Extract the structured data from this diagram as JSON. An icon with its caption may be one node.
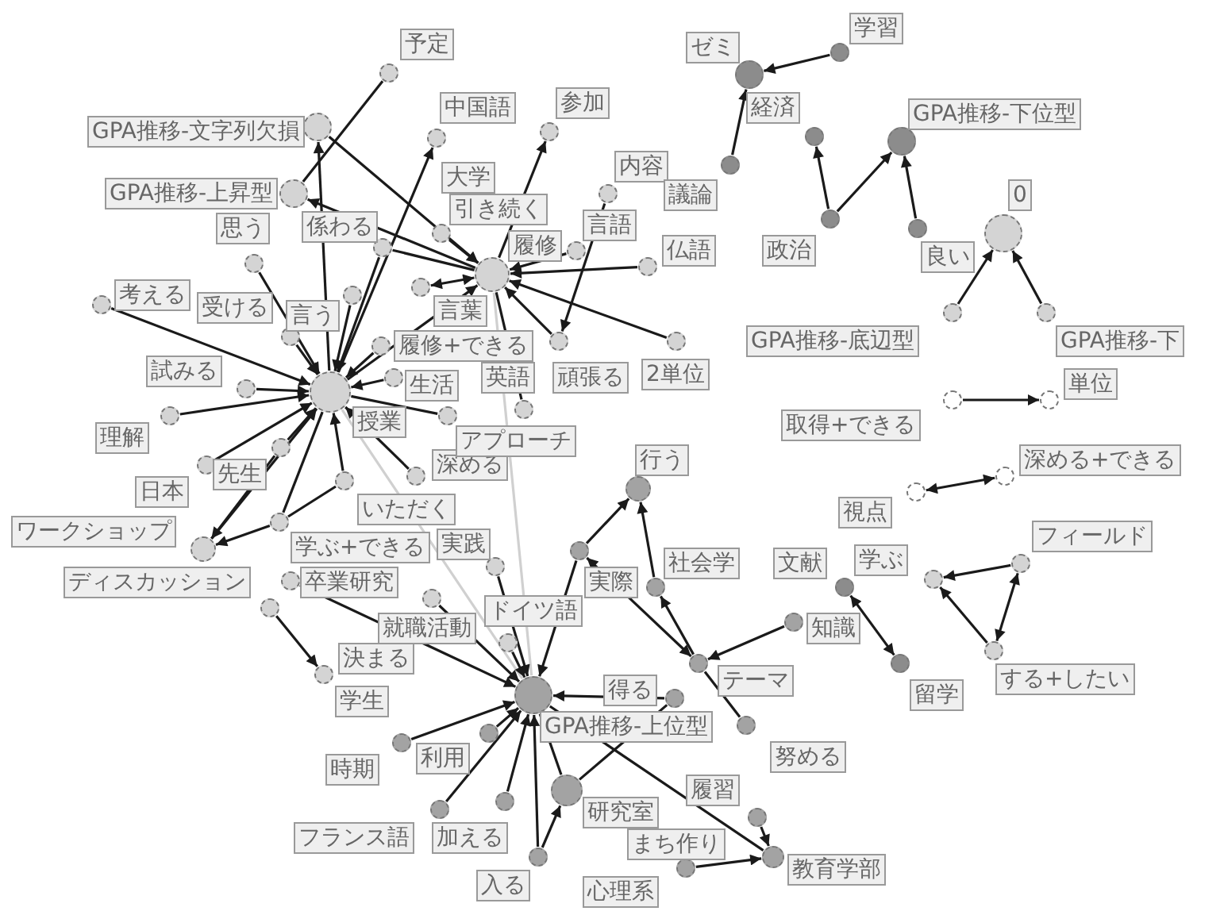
{
  "diagram": {
    "nodes": [
      {
        "text": [],
        "shape": "circle",
        "beside": [
          "授業"
        ]
      },
      {
        "text": [],
        "shape": "circle",
        "beside": [
          "履修"
        ]
      },
      {
        "text": [],
        "shape": "circle",
        "beside": [
          "予定"
        ]
      },
      {
        "text": [],
        "shape": "circle",
        "beside": [
          "GPA推移-文字列欠損"
        ]
      },
      {
        "text": [],
        "shape": "circle",
        "beside": [
          "GPA推移-上昇型"
        ]
      },
      {
        "text": [],
        "shape": "circle",
        "beside": [
          "思う"
        ]
      },
      {
        "text": [],
        "shape": "circle",
        "beside": [
          "係わる"
        ]
      },
      {
        "text": [],
        "shape": "circle",
        "beside": [
          "考える"
        ]
      },
      {
        "text": [],
        "shape": "circle",
        "beside": [
          "受ける"
        ]
      },
      {
        "text": [],
        "shape": "circle",
        "beside": [
          "言う"
        ]
      },
      {
        "text": [],
        "shape": "circle",
        "beside": [
          "試みる"
        ]
      },
      {
        "text": [],
        "shape": "circle",
        "beside": [
          "理解"
        ]
      },
      {
        "text": [],
        "shape": "circle",
        "beside": [
          "先生"
        ]
      },
      {
        "text": [],
        "shape": "circle",
        "beside": [
          "日本"
        ]
      },
      {
        "text": [],
        "shape": "circle",
        "beside": [
          "ワークショップ"
        ]
      },
      {
        "text": [],
        "shape": "circle",
        "beside": [
          "ディスカッション"
        ]
      },
      {
        "text": [],
        "shape": "circle",
        "beside": [
          "学生"
        ]
      },
      {
        "text": [],
        "shape": "circle",
        "beside": [
          "学ぶ+できる"
        ]
      },
      {
        "text": [],
        "shape": "circle",
        "beside": [
          "いただく"
        ]
      },
      {
        "text": [],
        "shape": "circle",
        "beside": [
          "深める"
        ]
      },
      {
        "text": [],
        "shape": "circle",
        "beside": [
          "アプローチ"
        ]
      },
      {
        "text": [],
        "shape": "circle",
        "beside": [
          "生活"
        ]
      },
      {
        "text": [],
        "shape": "circle",
        "beside": [
          "履修+できる"
        ]
      },
      {
        "text": [],
        "shape": "circle",
        "beside": [
          "言葉"
        ]
      },
      {
        "text": [],
        "shape": "circle",
        "beside": [
          "引き続く"
        ]
      },
      {
        "text": [],
        "shape": "circle",
        "beside": [
          "中国語"
        ]
      },
      {
        "text": [],
        "shape": "circle",
        "beside": [
          "参加"
        ]
      },
      {
        "text": [],
        "shape": "circle",
        "beside": [
          "内容"
        ]
      },
      {
        "text": [],
        "shape": "circle",
        "beside": [
          "言語"
        ]
      },
      {
        "text": [],
        "shape": "circle",
        "beside": [
          "仏語"
        ]
      },
      {
        "text": [],
        "shape": "circle",
        "beside": [
          "頑張る"
        ]
      },
      {
        "text": [],
        "shape": "circle",
        "beside": [
          "2単位"
        ]
      },
      {
        "text": [],
        "shape": "circle",
        "beside": [
          "英語"
        ]
      },
      {
        "text": [],
        "shape": "circle",
        "beside": [
          "卒業研究"
        ]
      },
      {
        "text": [],
        "shape": "circle",
        "beside": [
          "就職活動"
        ]
      },
      {
        "text": [],
        "shape": "circle",
        "beside": [
          "実践"
        ]
      },
      {
        "text": [],
        "shape": "circle",
        "beside": [
          "ドイツ語"
        ]
      },
      {
        "text": [],
        "shape": "circle",
        "beside": [
          "GPA推移-上位型"
        ]
      },
      {
        "text": [],
        "shape": "circle",
        "beside": [
          "行う"
        ]
      },
      {
        "text": [],
        "shape": "circle",
        "beside": [
          "実際"
        ]
      },
      {
        "text": [],
        "shape": "circle",
        "beside": [
          "社会学"
        ]
      },
      {
        "text": [],
        "shape": "circle",
        "beside": [
          "文献"
        ]
      },
      {
        "text": [],
        "shape": "circle",
        "beside": [
          "知識"
        ]
      },
      {
        "text": [],
        "shape": "circle",
        "beside": [
          "テーマ"
        ]
      },
      {
        "text": [],
        "shape": "circle",
        "beside": [
          "得る"
        ]
      },
      {
        "text": [],
        "shape": "circle",
        "beside": [
          "努める"
        ]
      },
      {
        "text": [],
        "shape": "circle",
        "beside": [
          "留学"
        ]
      },
      {
        "text": [],
        "shape": "circle",
        "beside": [
          "時期"
        ]
      },
      {
        "text": [],
        "shape": "circle",
        "beside": [
          "利用"
        ]
      },
      {
        "text": [],
        "shape": "circle",
        "beside": [
          "フランス語"
        ]
      },
      {
        "text": [],
        "shape": "circle",
        "beside": [
          "加える"
        ]
      },
      {
        "text": [],
        "shape": "circle",
        "beside": [
          "入る"
        ]
      },
      {
        "text": [],
        "shape": "circle",
        "beside": [
          "研究室"
        ]
      },
      {
        "text": [],
        "shape": "circle",
        "beside": [
          "履習"
        ]
      },
      {
        "text": [],
        "shape": "circle",
        "beside": [
          "教育学部"
        ]
      },
      {
        "text": [],
        "shape": "circle",
        "beside": [
          "心理系"
        ]
      },
      {
        "text": [],
        "shape": "circle",
        "beside": [
          "ゼミ"
        ]
      },
      {
        "text": [],
        "shape": "circle",
        "beside": [
          "学習"
        ]
      },
      {
        "text": [],
        "shape": "circle",
        "beside": [
          "経済"
        ]
      },
      {
        "text": [],
        "shape": "circle",
        "beside": [
          "議論"
        ]
      },
      {
        "text": [],
        "shape": "circle",
        "beside": [
          "政治"
        ]
      },
      {
        "text": [],
        "shape": "circle",
        "beside": [
          "GPA推移-下位型"
        ]
      },
      {
        "text": [],
        "shape": "circle",
        "beside": [
          "良い"
        ]
      },
      {
        "text": [],
        "shape": "circle",
        "beside": [
          "0"
        ]
      },
      {
        "text": [],
        "shape": "circle",
        "beside": [
          "GPA推移-底辺型"
        ]
      },
      {
        "text": [],
        "shape": "circle",
        "beside": [
          "GPA推移-下"
        ]
      },
      {
        "text": [],
        "shape": "circle",
        "beside": [
          "取得+できる"
        ]
      },
      {
        "text": [],
        "shape": "circle",
        "beside": [
          "単位"
        ]
      },
      {
        "text": [],
        "shape": "circle",
        "beside": [
          "視点"
        ]
      },
      {
        "text": [],
        "shape": "circle",
        "beside": [
          "深める+できる"
        ]
      },
      {
        "text": [],
        "shape": "circle",
        "beside": [
          "学ぶ"
        ]
      },
      {
        "text": [],
        "shape": "circle",
        "beside": [
          "フィールド"
        ]
      },
      {
        "text": [],
        "shape": "circle",
        "beside": [
          "する+したい"
        ]
      }
    ],
    "edges": [
      {
        "from": 2,
        "to": 4,
        "arrow": "none"
      },
      {
        "from": 0,
        "to": 3,
        "arrow": "to"
      },
      {
        "from": 3,
        "to": 1,
        "arrow": "to"
      },
      {
        "from": 1,
        "to": 4,
        "arrow": "to"
      },
      {
        "from": 5,
        "to": 0,
        "arrow": "to"
      },
      {
        "from": 6,
        "to": 0,
        "arrow": "to"
      },
      {
        "from": 7,
        "to": 0,
        "arrow": "to"
      },
      {
        "from": 8,
        "to": 0,
        "arrow": "to"
      },
      {
        "from": 9,
        "to": 0,
        "arrow": "to"
      },
      {
        "from": 10,
        "to": 0,
        "arrow": "to"
      },
      {
        "from": 11,
        "to": 0,
        "arrow": "to"
      },
      {
        "from": 12,
        "to": 0,
        "arrow": "to"
      },
      {
        "from": 13,
        "to": 0,
        "arrow": "to"
      },
      {
        "from": 12,
        "to": 14,
        "arrow": "to"
      },
      {
        "from": 17,
        "to": 14,
        "arrow": "to"
      },
      {
        "from": 0,
        "to": 17,
        "arrow": "none"
      },
      {
        "from": 18,
        "to": 17,
        "arrow": "none"
      },
      {
        "from": 15,
        "to": 16,
        "arrow": "to"
      },
      {
        "from": 14,
        "to": 0,
        "arrow": "to"
      },
      {
        "from": 18,
        "to": 0,
        "arrow": "to"
      },
      {
        "from": 19,
        "to": 0,
        "arrow": "to"
      },
      {
        "from": 20,
        "to": 0,
        "arrow": "none"
      },
      {
        "from": 21,
        "to": 0,
        "arrow": "to"
      },
      {
        "from": 22,
        "to": 0,
        "arrow": "to"
      },
      {
        "from": 23,
        "to": 1,
        "arrow": "both"
      },
      {
        "from": 0,
        "to": 1,
        "arrow": "to"
      },
      {
        "from": 0,
        "to": 25,
        "arrow": "to"
      },
      {
        "from": 1,
        "to": 26,
        "arrow": "to"
      },
      {
        "from": 24,
        "to": 1,
        "arrow": "to"
      },
      {
        "from": 28,
        "to": 1,
        "arrow": "to"
      },
      {
        "from": 27,
        "to": 30,
        "arrow": "to"
      },
      {
        "from": 29,
        "to": 1,
        "arrow": "to"
      },
      {
        "from": 30,
        "to": 1,
        "arrow": "to"
      },
      {
        "from": 31,
        "to": 1,
        "arrow": "to"
      },
      {
        "from": 32,
        "to": 1,
        "arrow": "none"
      },
      {
        "from": 6,
        "to": 1,
        "arrow": "none"
      },
      {
        "from": 0,
        "to": 37,
        "arrow": "none",
        "color": "#d0d0d0"
      },
      {
        "from": 1,
        "to": 37,
        "arrow": "none",
        "color": "#d0d0d0"
      },
      {
        "from": 33,
        "to": 37,
        "arrow": "to"
      },
      {
        "from": 34,
        "to": 37,
        "arrow": "to"
      },
      {
        "from": 35,
        "to": 37,
        "arrow": "to"
      },
      {
        "from": 36,
        "to": 37,
        "arrow": "to"
      },
      {
        "from": 39,
        "to": 38,
        "arrow": "to"
      },
      {
        "from": 40,
        "to": 38,
        "arrow": "to"
      },
      {
        "from": 43,
        "to": 40,
        "arrow": "to"
      },
      {
        "from": 42,
        "to": 43,
        "arrow": "to"
      },
      {
        "from": 43,
        "to": 39,
        "arrow": "both"
      },
      {
        "from": 39,
        "to": 37,
        "arrow": "to"
      },
      {
        "from": 44,
        "to": 37,
        "arrow": "to"
      },
      {
        "from": 43,
        "to": 45,
        "arrow": "none"
      },
      {
        "from": 47,
        "to": 37,
        "arrow": "to"
      },
      {
        "from": 48,
        "to": 37,
        "arrow": "to"
      },
      {
        "from": 49,
        "to": 37,
        "arrow": "to"
      },
      {
        "from": 50,
        "to": 37,
        "arrow": "to"
      },
      {
        "from": 51,
        "to": 37,
        "arrow": "to"
      },
      {
        "from": 51,
        "to": 52,
        "arrow": "to"
      },
      {
        "from": 52,
        "to": 37,
        "arrow": "none"
      },
      {
        "from": 52,
        "to": 44,
        "arrow": "none"
      },
      {
        "from": 53,
        "to": 54,
        "arrow": "to"
      },
      {
        "from": 55,
        "to": 54,
        "arrow": "to"
      },
      {
        "from": 37,
        "to": 54,
        "arrow": "none"
      },
      {
        "from": 41,
        "to": 46,
        "arrow": "both"
      },
      {
        "from": 57,
        "to": 56,
        "arrow": "to"
      },
      {
        "from": 59,
        "to": 56,
        "arrow": "to"
      },
      {
        "from": 60,
        "to": 58,
        "arrow": "to"
      },
      {
        "from": 60,
        "to": 61,
        "arrow": "to"
      },
      {
        "from": 62,
        "to": 61,
        "arrow": "to"
      },
      {
        "from": 64,
        "to": 63,
        "arrow": "to"
      },
      {
        "from": 65,
        "to": 63,
        "arrow": "to"
      },
      {
        "from": 66,
        "to": 67,
        "arrow": "to"
      },
      {
        "from": 68,
        "to": 69,
        "arrow": "both"
      },
      {
        "from": 71,
        "to": 70,
        "arrow": "to"
      },
      {
        "from": 72,
        "to": 70,
        "arrow": "to"
      },
      {
        "from": 71,
        "to": 72,
        "arrow": "both"
      }
    ],
    "labels": [
      "大学",
      "決まる",
      "まち作り"
    ]
  }
}
